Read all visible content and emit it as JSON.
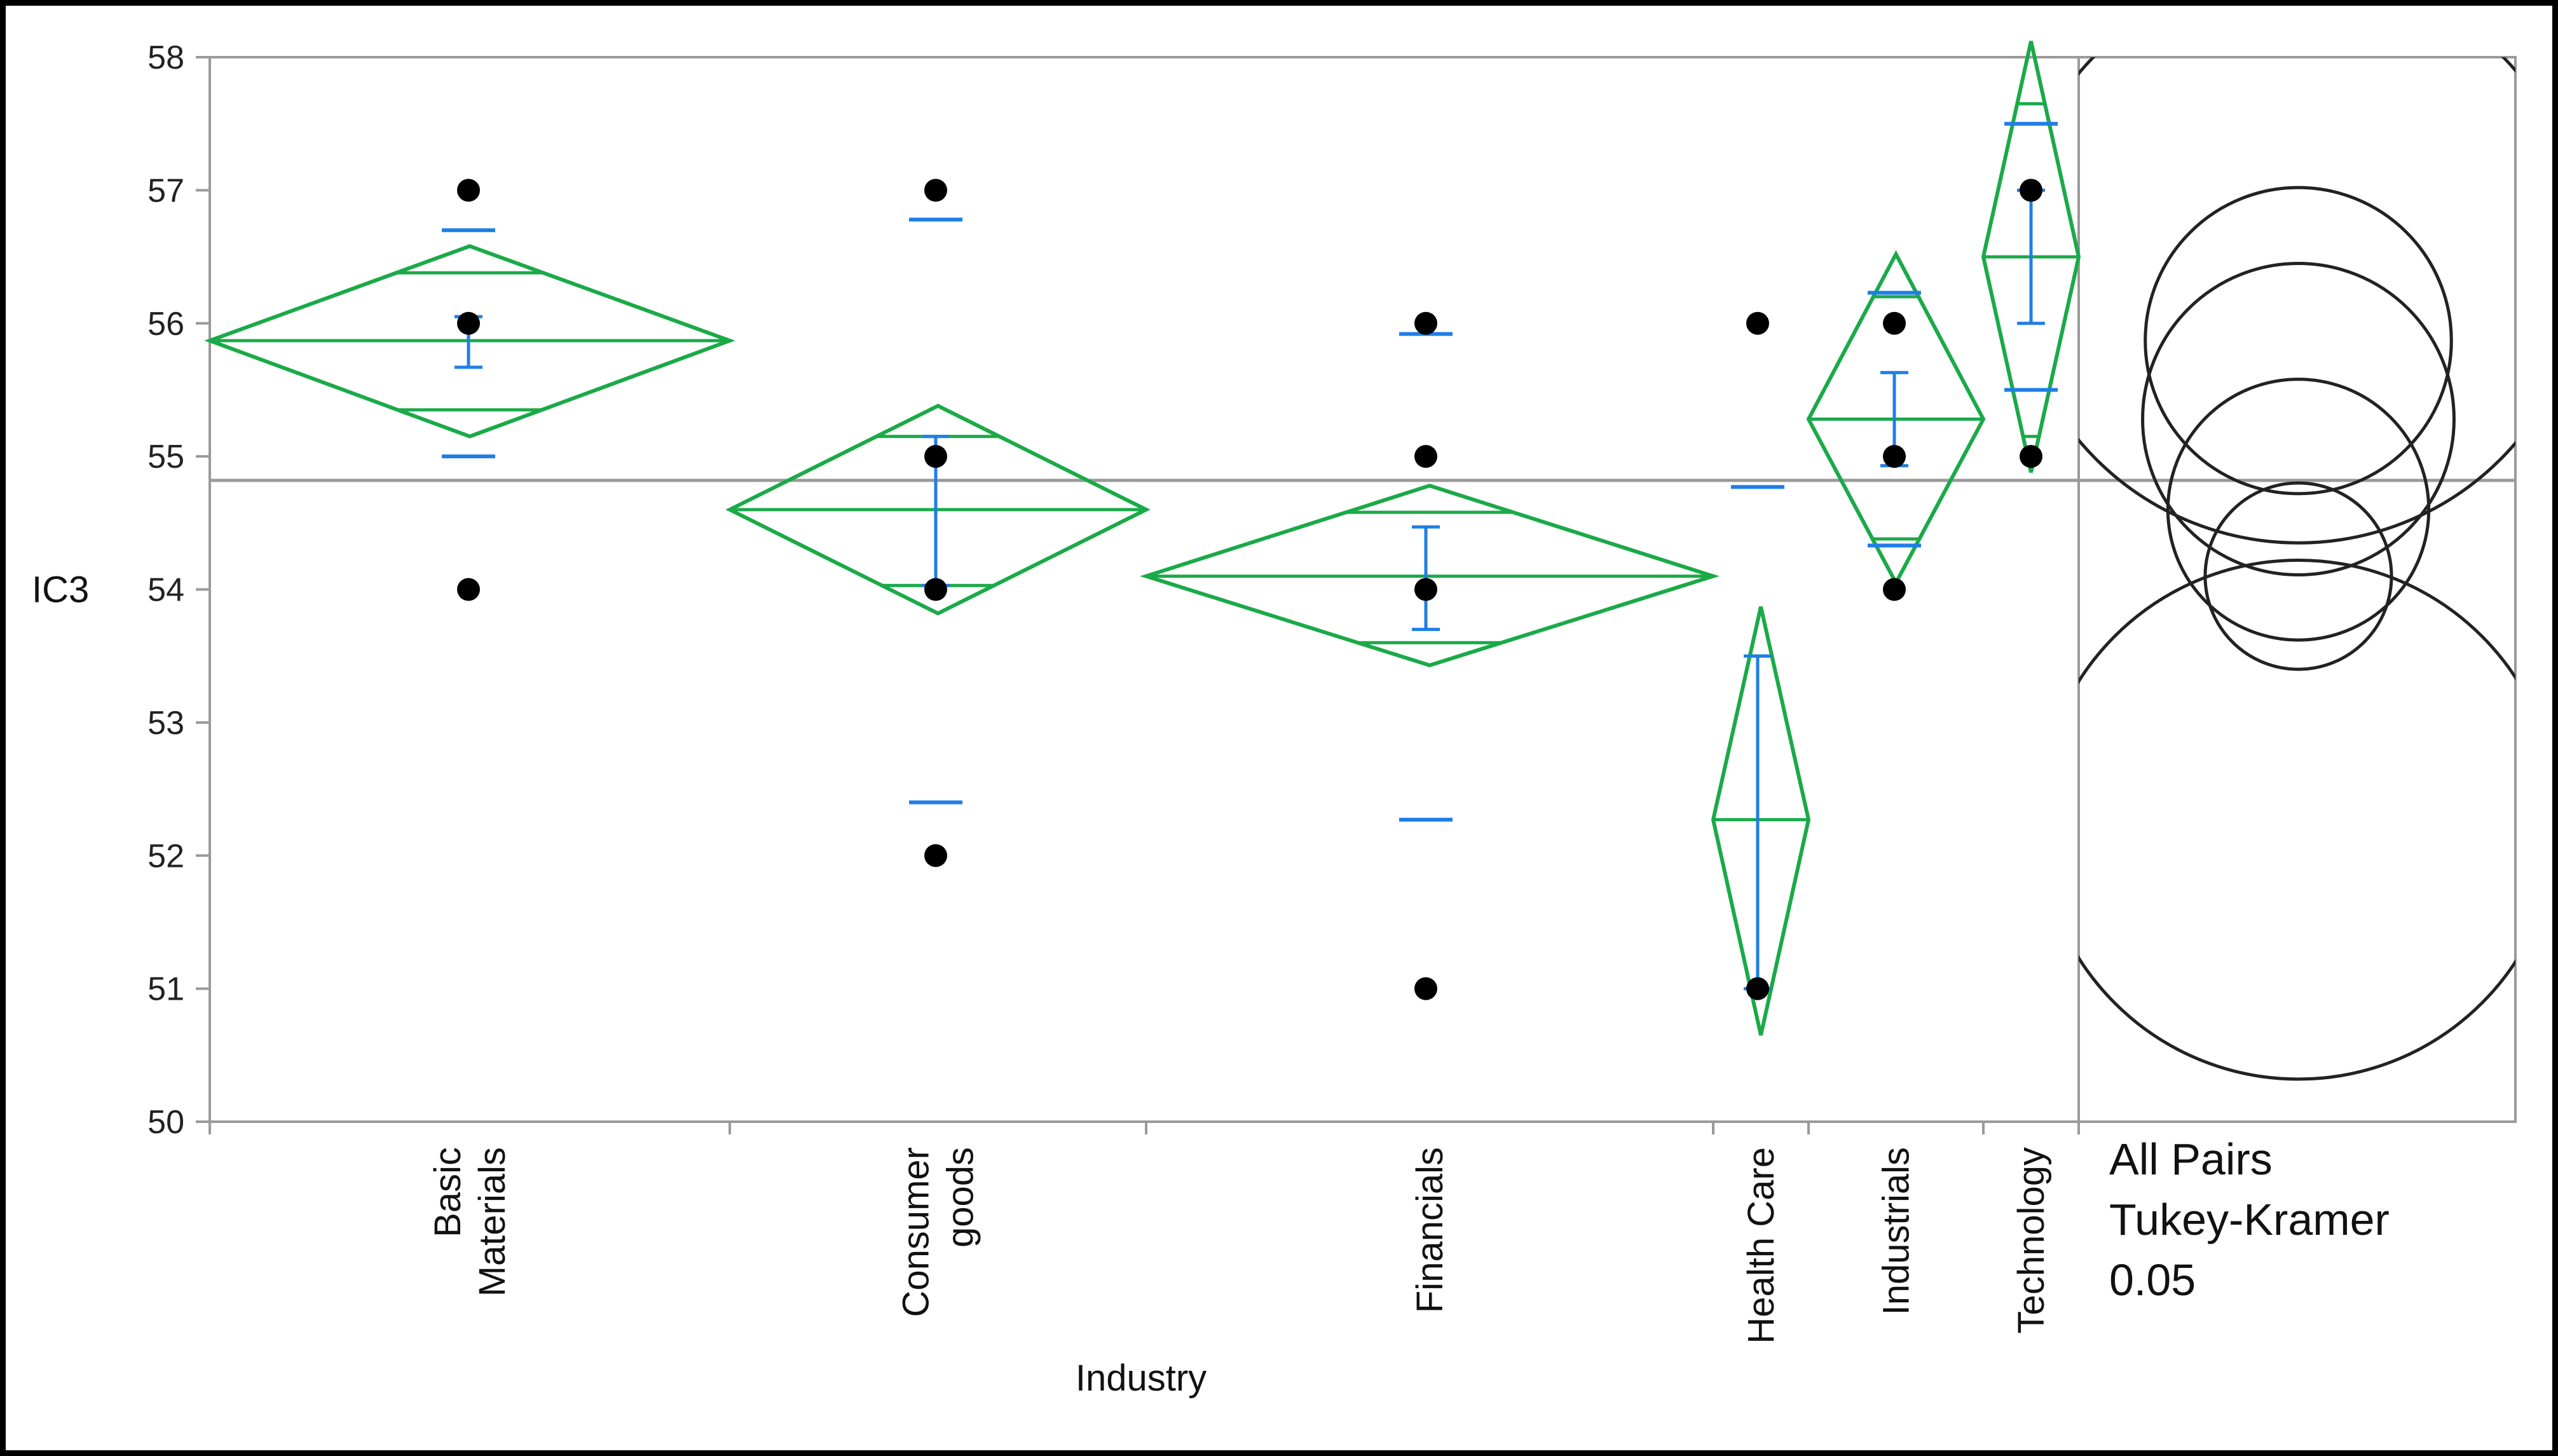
{
  "chart_data": {
    "type": "scatter",
    "title": "",
    "xlabel": "Industry",
    "ylabel": "IC3",
    "ylim": [
      50,
      58
    ],
    "yticks": [
      "50",
      "51",
      "52",
      "53",
      "54",
      "55",
      "56",
      "57",
      "58"
    ],
    "grand_mean": 54.82,
    "categories": [
      {
        "label_lines": [
          "Basic",
          "Materials"
        ],
        "points": [
          57,
          56,
          54
        ],
        "mean": 55.87,
        "diamond_ci": [
          55.15,
          56.58
        ],
        "overlap_marks": [
          55.35,
          56.38
        ],
        "sd_marks": [
          55.0,
          56.7
        ],
        "se_bar": [
          55.67,
          56.05
        ]
      },
      {
        "label_lines": [
          "Consumer",
          "goods"
        ],
        "points": [
          57,
          55,
          54,
          52
        ],
        "mean": 54.6,
        "diamond_ci": [
          53.82,
          55.38
        ],
        "overlap_marks": [
          54.03,
          55.15
        ],
        "sd_marks": [
          52.4,
          56.78
        ],
        "se_bar": [
          54.03,
          55.15
        ]
      },
      {
        "label_lines": [
          "Financials"
        ],
        "points": [
          56,
          55,
          54,
          51
        ],
        "mean": 54.1,
        "diamond_ci": [
          53.43,
          54.78
        ],
        "overlap_marks": [
          53.6,
          54.58
        ],
        "sd_marks": [
          52.27,
          55.92
        ],
        "se_bar": [
          53.7,
          54.47
        ]
      },
      {
        "label_lines": [
          "Health Care"
        ],
        "points": [
          56,
          51
        ],
        "mean": 52.27,
        "diamond_ci": [
          50.65,
          53.87
        ],
        "overlap_marks": [
          51.0,
          53.5
        ],
        "sd_marks": [
          54.77
        ],
        "se_bar": [
          51.0,
          53.5
        ]
      },
      {
        "label_lines": [
          "Industrials"
        ],
        "points": [
          56,
          55,
          54
        ],
        "mean": 55.28,
        "diamond_ci": [
          54.05,
          56.52
        ],
        "overlap_marks": [
          54.38,
          56.2
        ],
        "sd_marks": [
          54.33,
          56.23
        ],
        "se_bar": [
          54.93,
          55.63
        ]
      },
      {
        "label_lines": [
          "Technology"
        ],
        "points": [
          57,
          55
        ],
        "mean": 56.5,
        "diamond_ci": [
          54.88,
          58.12
        ],
        "overlap_marks": [
          55.15,
          57.65
        ],
        "sd_marks": [
          55.5,
          57.5
        ],
        "se_bar": [
          56.0,
          57.0
        ]
      }
    ],
    "comparison_circles": [
      {
        "mean": 55.87,
        "radius": 1.15
      },
      {
        "mean": 54.6,
        "radius": 0.98
      },
      {
        "mean": 54.1,
        "radius": 0.7
      },
      {
        "mean": 52.27,
        "radius": 1.95
      },
      {
        "mean": 55.28,
        "radius": 1.17
      },
      {
        "mean": 56.5,
        "radius": 2.15
      }
    ],
    "annotation": [
      "All Pairs",
      "Tukey-Kramer",
      "0.05"
    ],
    "colors": {
      "diamond": "#1aaa48",
      "bars": "#1f7ee6",
      "points": "#000000",
      "circles": "#222222",
      "axis": "#9a9a9a",
      "mean_line": "#9a9a9a"
    }
  }
}
